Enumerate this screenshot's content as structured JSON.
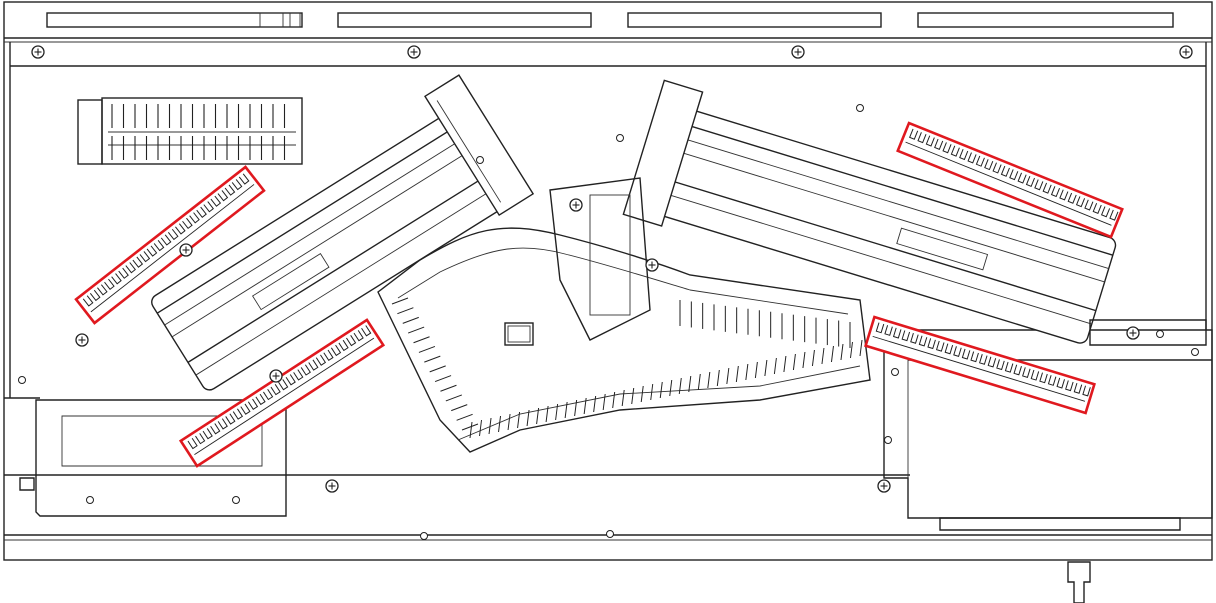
{
  "figure": {
    "highlight_color": "#e0191f",
    "line_color": "#222222",
    "background": "#ffffff",
    "highlighted_regions": [
      "fiber-tray-left-upper-clip",
      "fiber-tray-left-lower-clip",
      "fiber-tray-right-upper-clip",
      "fiber-tray-right-lower-clip"
    ],
    "icons": [
      "screw-icon"
    ]
  }
}
